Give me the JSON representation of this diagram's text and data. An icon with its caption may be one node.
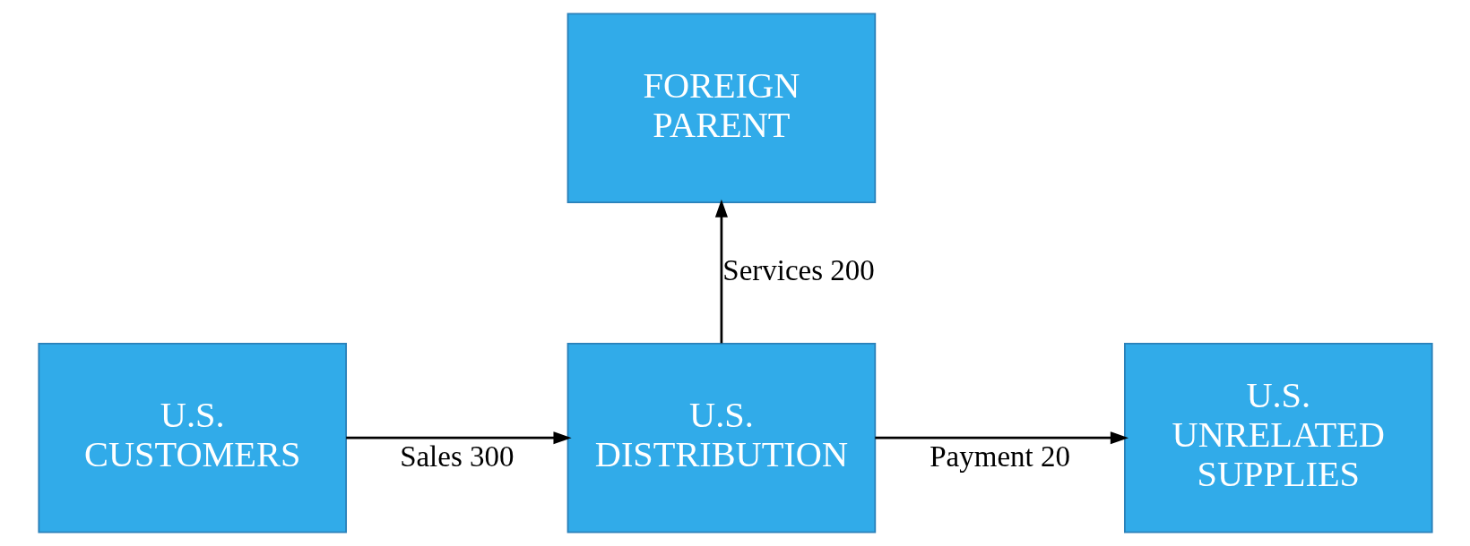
{
  "diagram": {
    "nodes": [
      {
        "text": [
          "FOREIGN PARENT"
        ]
      },
      {
        "text": [
          "U.S. UNRELATED SUPPLIES"
        ]
      },
      {
        "text": [
          "U.S. DISTRIBUTION"
        ]
      },
      {
        "text": [
          "U.S. CUSTOMERS"
        ]
      }
    ],
    "edges": [
      {
        "from": 2,
        "to": 0,
        "arrow": "to",
        "label": "Services 200"
      },
      {
        "from": 2,
        "to": 1,
        "arrow": "to",
        "label": "Payment 20"
      },
      {
        "from": 3,
        "to": 2,
        "arrow": "to",
        "label": "Sales 300"
      }
    ]
  }
}
